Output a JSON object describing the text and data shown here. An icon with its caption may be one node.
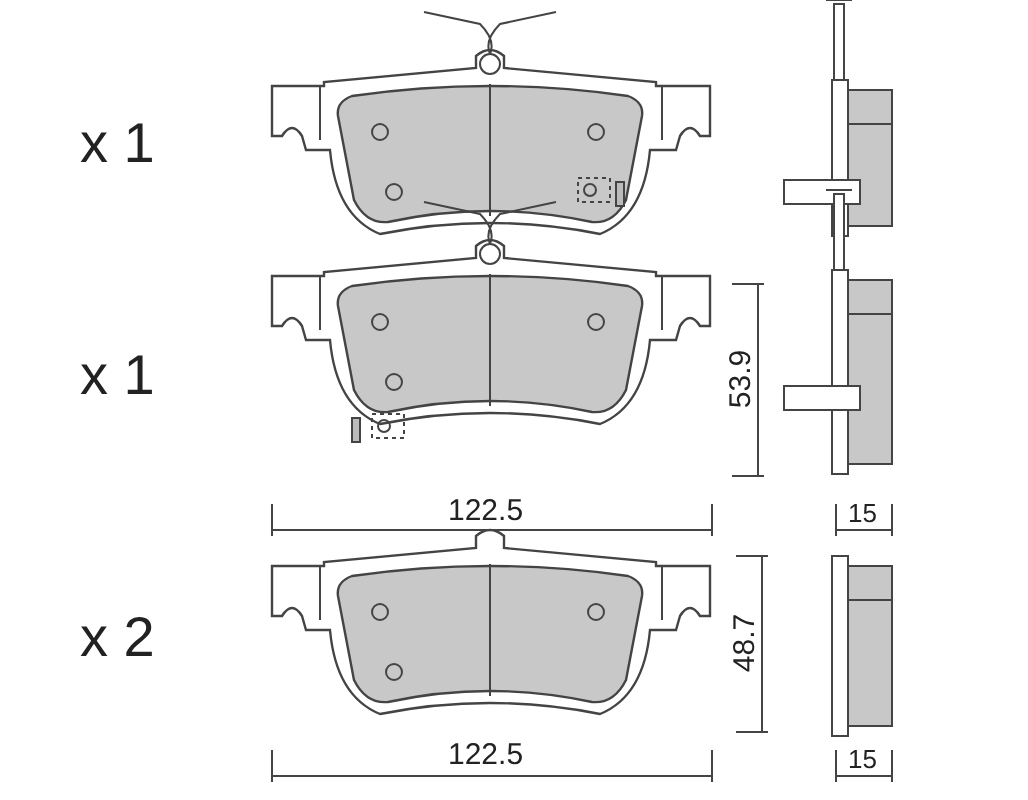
{
  "diagram": {
    "labels": [
      "x 1",
      "x 1",
      "53.9",
      "122.5",
      "15",
      "x 2",
      "48.7",
      "122.5",
      "15"
    ]
  }
}
